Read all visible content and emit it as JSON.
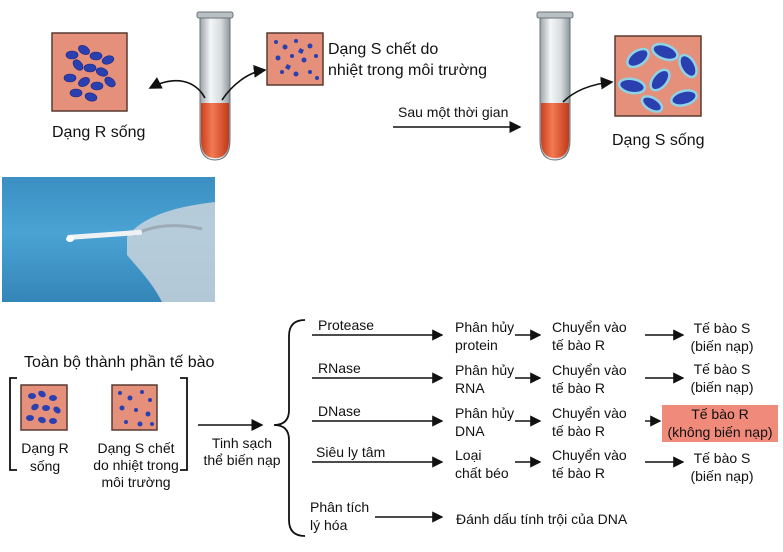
{
  "top": {
    "r_live_label": "Dạng R sống",
    "s_dead_label_line1": "Dạng S chết do",
    "s_dead_label_line2": "nhiệt trong môi trường",
    "after_time_label": "Sau một thời gian",
    "s_live_label": "Dạng S sống"
  },
  "bottom": {
    "components_title": "Toàn bộ thành phần tế bào",
    "r_live_line1": "Dạng R",
    "r_live_line2": "sống",
    "s_dead_line1": "Dạng S chết",
    "s_dead_line2": "do nhiệt trong",
    "s_dead_line3": "môi trường",
    "purify_line1": "Tinh sạch",
    "purify_line2": "thể biến nạp",
    "rows": [
      {
        "agent": "Protease",
        "action1": "Phân hủy",
        "action2": "protein",
        "transfer1": "Chuyển vào",
        "transfer2": "tế bào R",
        "result1": "Tế bào S",
        "result2": "(biến nạp)"
      },
      {
        "agent": "RNase",
        "action1": "Phân hủy",
        "action2": "RNA",
        "transfer1": "Chuyển vào",
        "transfer2": "tế bào R",
        "result1": "Tế bào S",
        "result2": "(biến nạp)"
      },
      {
        "agent": "DNase",
        "action1": "Phân hủy",
        "action2": "DNA",
        "transfer1": "Chuyển vào",
        "transfer2": "tế bào R",
        "result1": "Tế bào R",
        "result2": "(không biến nạp)"
      },
      {
        "agent": "Siêu ly tâm",
        "action1": "Loại",
        "action2": "chất béo",
        "transfer1": "Chuyển vào",
        "transfer2": "tế bào R",
        "result1": "Tế bào S",
        "result2": "(biến nạp)"
      }
    ],
    "analysis_line1": "Phân tích",
    "analysis_line2": "lý hóa",
    "analysis_result": "Đánh dấu tính trội của DNA"
  },
  "colors": {
    "petri_bg": "#e4907a",
    "cell_blue": "#2a3fb0",
    "tube_liquid": "#e8562e",
    "highlight": "#f08a7a"
  }
}
